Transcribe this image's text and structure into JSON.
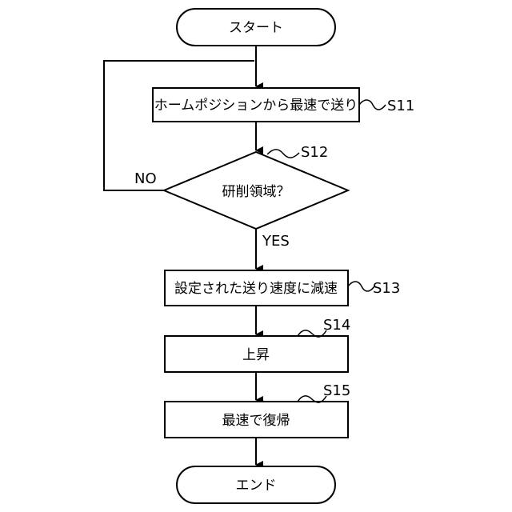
{
  "nodes": {
    "start": "スタート",
    "s11": "ホームポジションから最速で送り",
    "s12": "研削領域？",
    "s13": "設定された送り速度に減速",
    "s14": "上昇",
    "s15": "最速で復帰",
    "end": "エンド"
  },
  "step_labels": {
    "s11": "S11",
    "s12": "S12",
    "s13": "S13",
    "s14": "S14",
    "s15": "S15"
  },
  "branches": {
    "no": "NO",
    "yes": "YES"
  }
}
